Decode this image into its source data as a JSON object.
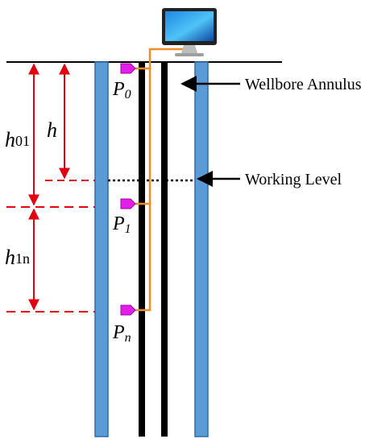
{
  "colors": {
    "casing": "#5B9BD5",
    "casing_stroke": "#2E6CA8",
    "tubing": "#000000",
    "cable": "#F28C28",
    "sensor": "#E020E8",
    "dimension": "#E3000F"
  },
  "icons": {
    "computer": "desktop-monitor-icon"
  },
  "labels": {
    "wellbore_annulus": "Wellbore Annulus",
    "working_level": "Working Level",
    "h01_main": "h",
    "h01_sub": "01",
    "h_main": "h",
    "h1n_main": "h",
    "h1n_sub": "1n"
  },
  "sensors": [
    {
      "letter": "P",
      "sub": "0"
    },
    {
      "letter": "P",
      "sub": "1"
    },
    {
      "letter": "P",
      "sub": "n"
    }
  ]
}
